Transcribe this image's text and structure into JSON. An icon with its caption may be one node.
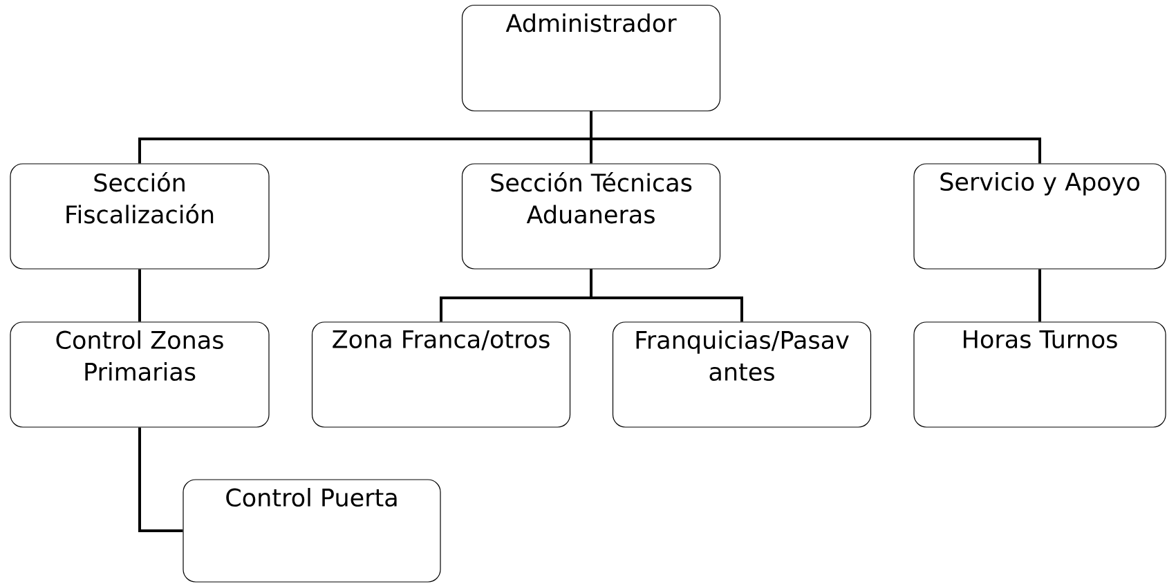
{
  "diagram": {
    "nodes": [
      {
        "text": [
          "Administrador"
        ]
      },
      {
        "text": [
          "Sección Fiscalización"
        ]
      },
      {
        "text": [
          "Sección Técnicas Aduaneras"
        ]
      },
      {
        "text": [
          "Servicio y Apoyo"
        ]
      },
      {
        "text": [
          "Control Zonas Primarias"
        ]
      },
      {
        "text": [
          "Control Puerta"
        ]
      },
      {
        "text": [
          "Zona Franca/otros"
        ]
      },
      {
        "text": [
          "Franquicias/Pasav antes"
        ]
      },
      {
        "text": [
          "Horas Turnos"
        ]
      }
    ],
    "edges": [
      {
        "from": 0,
        "to": 1,
        "arrow": "none"
      },
      {
        "from": 0,
        "to": 2,
        "arrow": "none"
      },
      {
        "from": 0,
        "to": 3,
        "arrow": "none"
      },
      {
        "from": 1,
        "to": 4,
        "arrow": "none"
      },
      {
        "from": 4,
        "to": 5,
        "arrow": "none"
      },
      {
        "from": 2,
        "to": 6,
        "arrow": "none"
      },
      {
        "from": 2,
        "to": 7,
        "arrow": "none"
      },
      {
        "from": 3,
        "to": 8,
        "arrow": "none"
      }
    ]
  }
}
